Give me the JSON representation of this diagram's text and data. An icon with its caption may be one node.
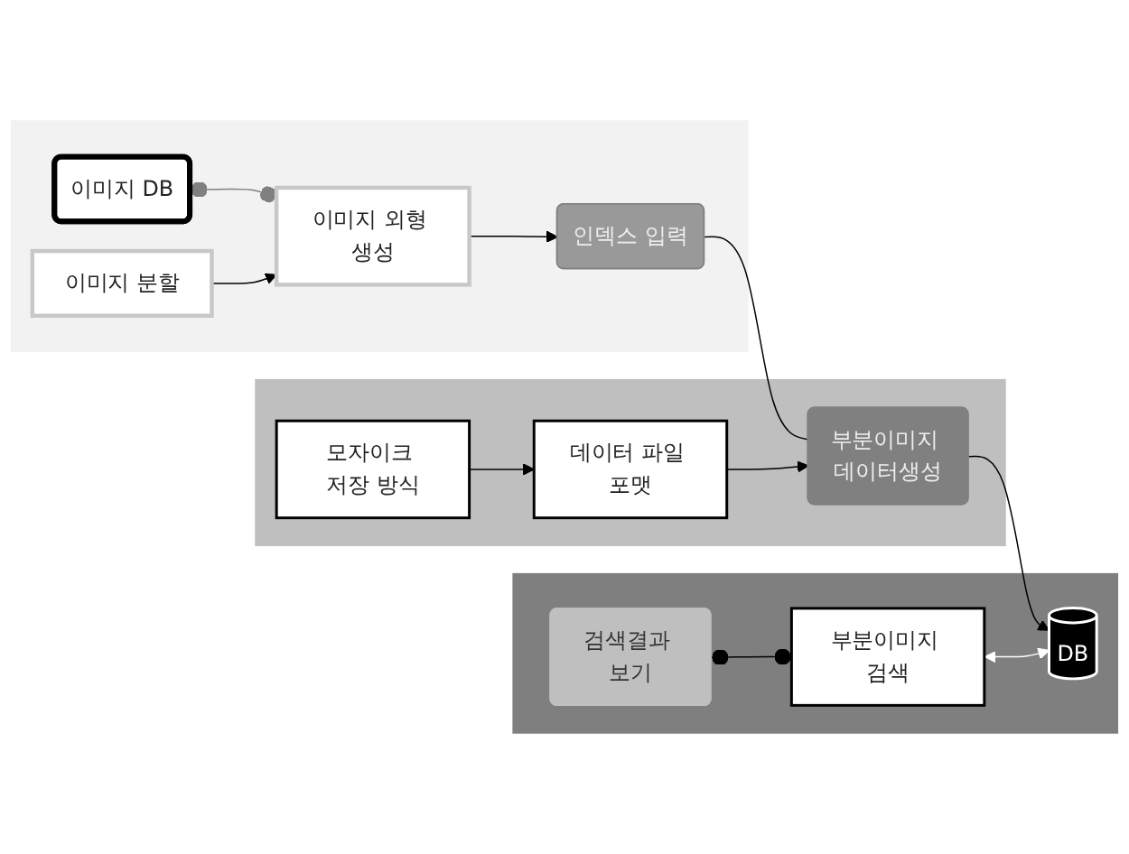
{
  "diagram": {
    "nodes": [
      {
        "text": [],
        "shape": "band"
      },
      {
        "text": [
          "이미지 DB"
        ],
        "in": 0
      },
      {
        "text": [
          "이미지 분할"
        ],
        "in": 0
      },
      {
        "text": [
          "이미지 외형 생성"
        ],
        "in": 0
      },
      {
        "text": [
          "인덱스 입력"
        ],
        "in": 0
      },
      {
        "text": [],
        "shape": "band"
      },
      {
        "text": [
          "모자이크 저장 방식"
        ],
        "in": 5
      },
      {
        "text": [
          "데이터 파일 포맷"
        ],
        "in": 5
      },
      {
        "text": [
          "부분이미지 데이터생성"
        ],
        "in": 5
      },
      {
        "text": [],
        "shape": "band"
      },
      {
        "text": [
          "검색결과 보기"
        ],
        "in": 9
      },
      {
        "text": [
          "부분이미지 검색"
        ],
        "in": 9
      },
      {
        "text": [
          "DB"
        ],
        "in": 9
      }
    ],
    "edges": [
      {
        "from": 1,
        "to": 3,
        "arrow": "other",
        "color": "#808080"
      },
      {
        "from": 2,
        "to": 3,
        "arrow": "to"
      },
      {
        "from": 3,
        "to": 4,
        "arrow": "to"
      },
      {
        "from": 4,
        "to": 8,
        "arrow": "none"
      },
      {
        "from": 6,
        "to": 7,
        "arrow": "to"
      },
      {
        "from": 7,
        "to": 8,
        "arrow": "to"
      },
      {
        "from": 8,
        "to": 12,
        "arrow": "to"
      },
      {
        "from": 11,
        "to": 12,
        "arrow": "both",
        "color": "#ffffff"
      },
      {
        "from": 10,
        "to": 11,
        "arrow": "other"
      }
    ]
  }
}
